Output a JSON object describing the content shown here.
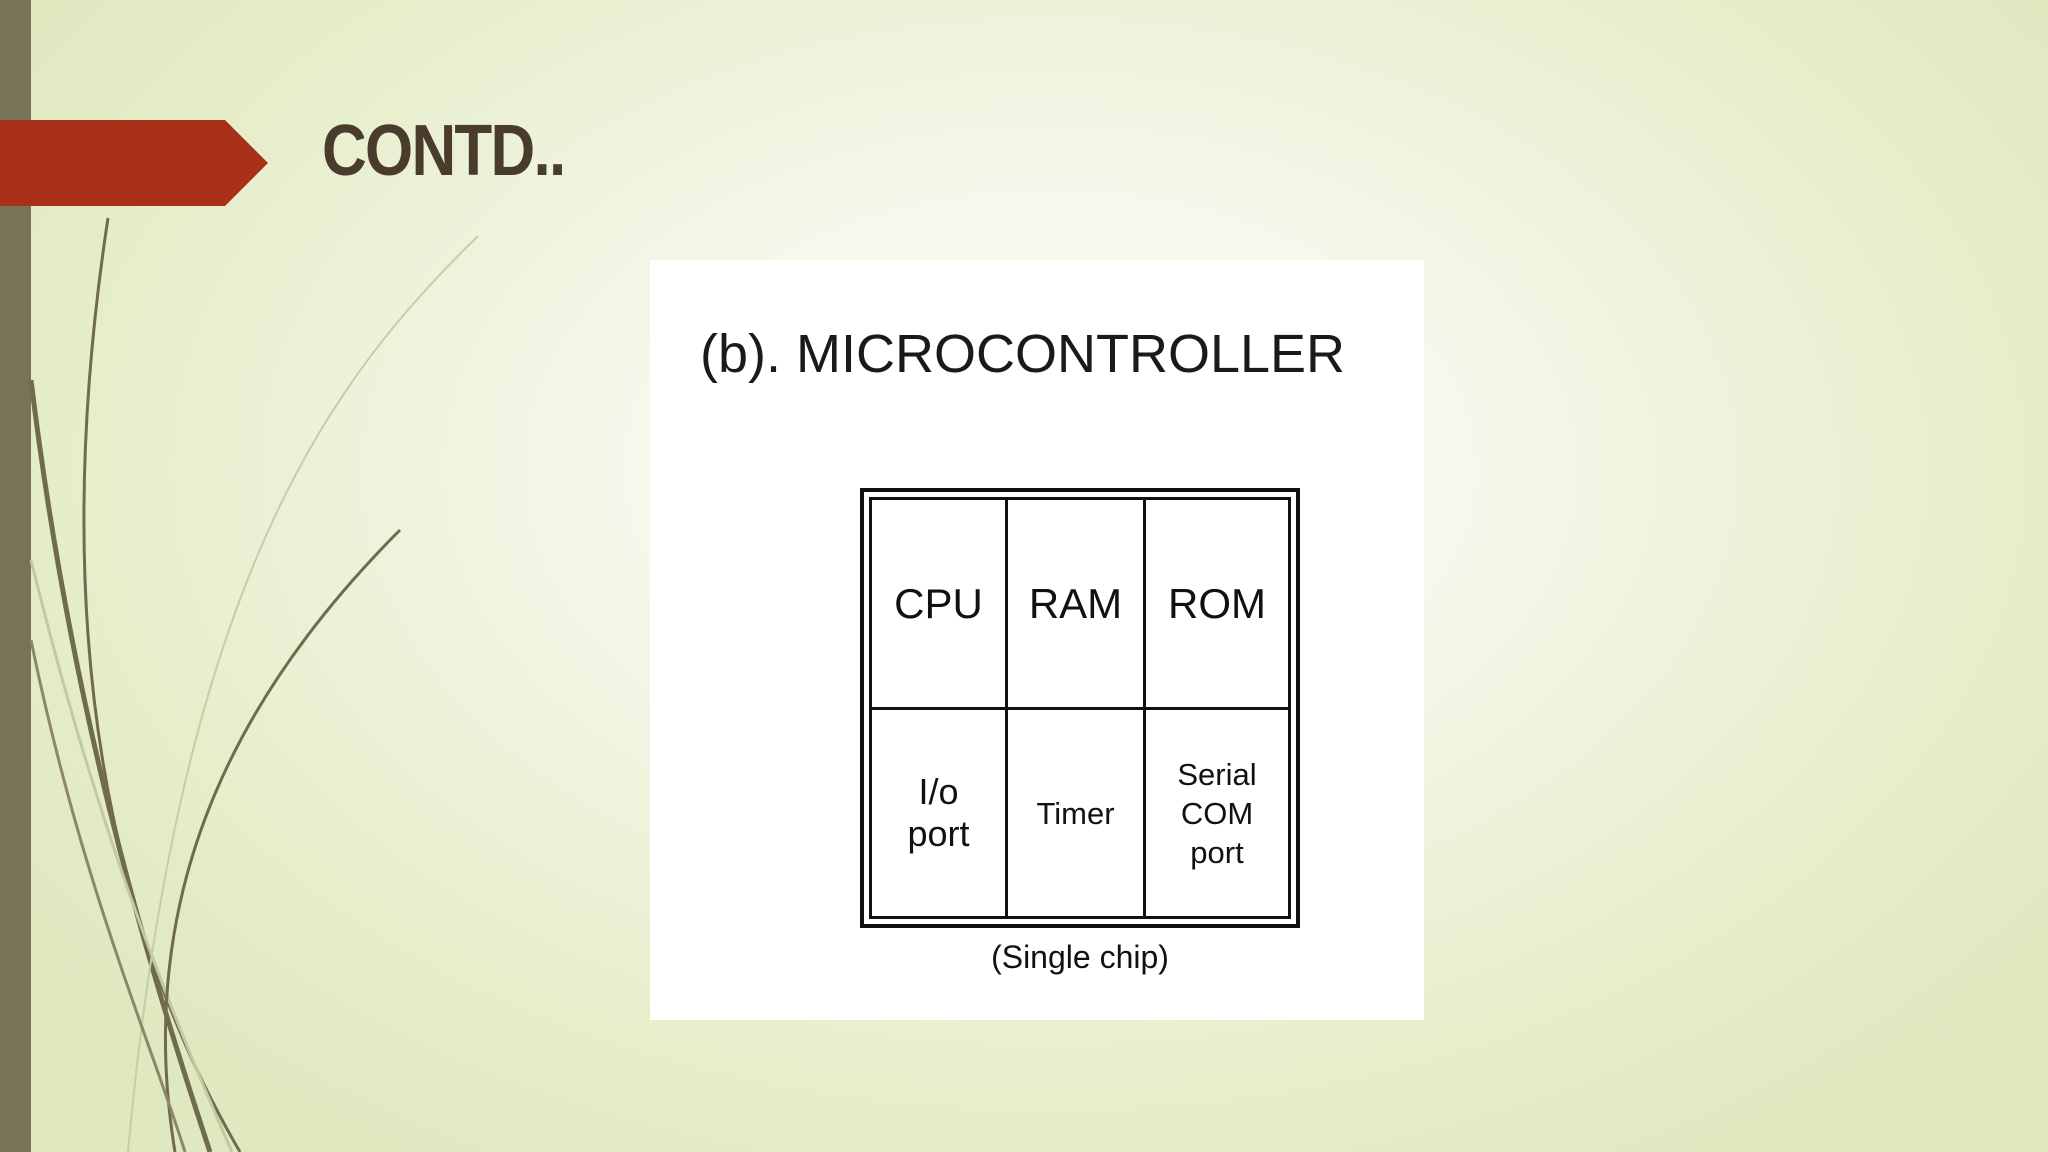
{
  "slide": {
    "title": "CONTD.."
  },
  "colors": {
    "background": "#e7eecb",
    "left_bar": "#787257",
    "title_arrow": "#a83018",
    "title_text": "#4a3c2c",
    "stems": "#716b4e"
  },
  "figure": {
    "heading": "(b). MICROCONTROLLER",
    "caption": "(Single chip)",
    "cells": [
      {
        "lines": [
          "CPU"
        ]
      },
      {
        "lines": [
          "RAM"
        ]
      },
      {
        "lines": [
          "ROM"
        ]
      },
      {
        "lines": [
          "I/o",
          "port"
        ]
      },
      {
        "lines": [
          "Timer"
        ]
      },
      {
        "lines": [
          "Serial",
          "COM",
          "port"
        ]
      }
    ]
  }
}
